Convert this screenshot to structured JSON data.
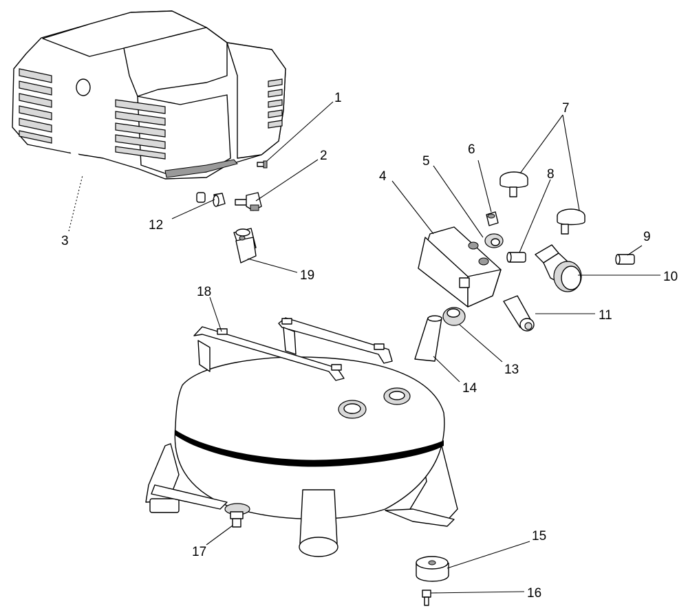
{
  "callouts": [
    {
      "id": "1",
      "label": "1",
      "part": "screw"
    },
    {
      "id": "2",
      "label": "2",
      "part": "elbow-fitting"
    },
    {
      "id": "3",
      "label": "3",
      "part": "outlet-tube"
    },
    {
      "id": "4",
      "label": "4",
      "part": "pressure-switch"
    },
    {
      "id": "5",
      "label": "5",
      "part": "adapter-fitting"
    },
    {
      "id": "6",
      "label": "6",
      "part": "safety-valve"
    },
    {
      "id": "7",
      "label": "7",
      "part": "pressure-gauge"
    },
    {
      "id": "8",
      "label": "8",
      "part": "nipple"
    },
    {
      "id": "9",
      "label": "9",
      "part": "nipple"
    },
    {
      "id": "10",
      "label": "10",
      "part": "regulator"
    },
    {
      "id": "11",
      "label": "11",
      "part": "quick-coupler"
    },
    {
      "id": "12",
      "label": "12",
      "part": "compression-nut"
    },
    {
      "id": "13",
      "label": "13",
      "part": "check-valve"
    },
    {
      "id": "14",
      "label": "14",
      "part": "nipple"
    },
    {
      "id": "15",
      "label": "15",
      "part": "rubber-foot"
    },
    {
      "id": "16",
      "label": "16",
      "part": "screw"
    },
    {
      "id": "17",
      "label": "17",
      "part": "drain-valve"
    },
    {
      "id": "18",
      "label": "18",
      "part": "cord-wrap"
    },
    {
      "id": "19",
      "label": "19",
      "part": "check-valve-fitting"
    }
  ]
}
